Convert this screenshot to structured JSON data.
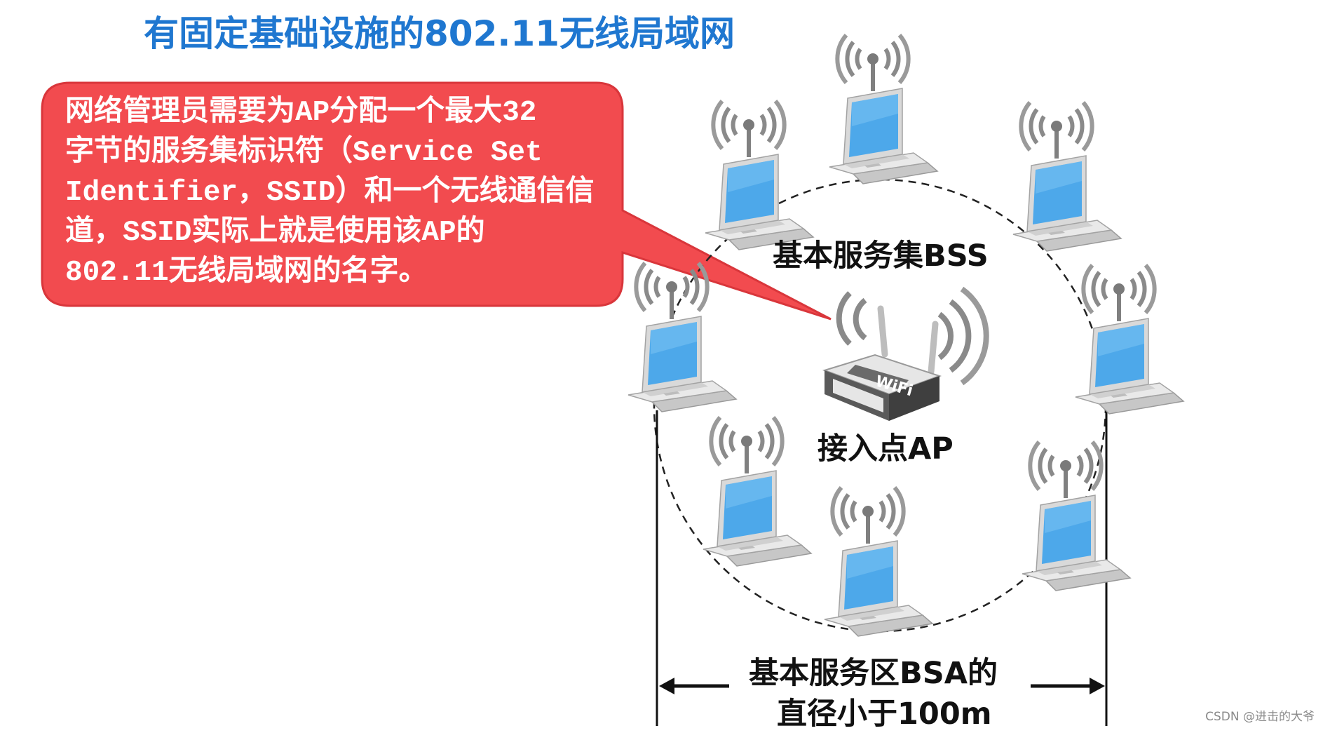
{
  "title": "有固定基础设施的802.11无线局域网",
  "callout": {
    "text": "网络管理员需要为AP分配一个最大32\n字节的服务集标识符（Service Set\nIdentifier，SSID）和一个无线通信信\n道，SSID实际上就是使用该AP的\n802.11无线局域网的名字。"
  },
  "labels": {
    "bss": "基本服务集BSS",
    "ap": "接入点AP",
    "router_badge": "WiFi",
    "bsa_line1": "基本服务区BSA的",
    "bsa_line2": "直径小于100m"
  },
  "watermark": "CSDN @进击的大爷",
  "colors": {
    "title": "#1f77d0",
    "callout_fill": "#f24b4f",
    "callout_stroke": "#d9363b",
    "laptop_screen": "#4da8ea",
    "laptop_body": "#dcdcdc",
    "signal": "#777777"
  },
  "laptops": [
    "laptop",
    "laptop",
    "laptop",
    "laptop",
    "laptop",
    "laptop",
    "laptop",
    "laptop"
  ]
}
